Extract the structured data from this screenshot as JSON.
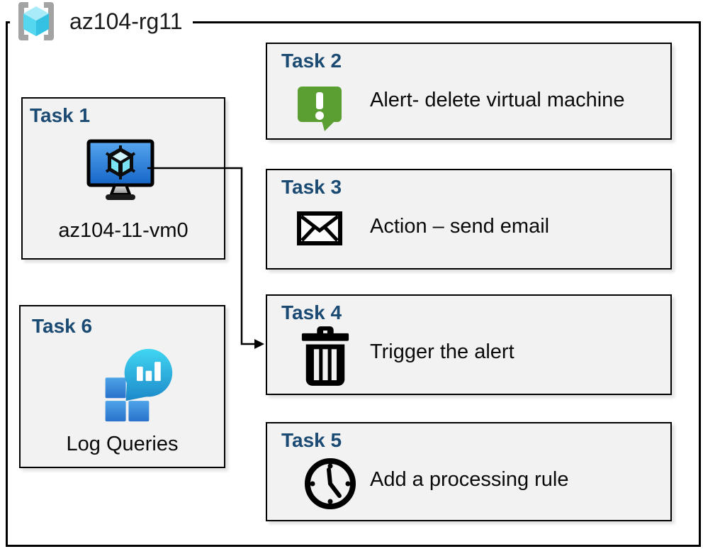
{
  "resource_group": {
    "name": "az104-rg11",
    "icon": "resource-group-icon"
  },
  "tasks": [
    {
      "id": "task1",
      "title": "Task 1",
      "label": "az104-11-vm0",
      "icon": "virtual-machine-icon"
    },
    {
      "id": "task2",
      "title": "Task 2",
      "label": "Alert- delete virtual machine",
      "icon": "alert-message-icon"
    },
    {
      "id": "task3",
      "title": "Task 3",
      "label": "Action – send email",
      "icon": "email-envelope-icon"
    },
    {
      "id": "task4",
      "title": "Task 4",
      "label": "Trigger the alert",
      "icon": "trash-delete-icon"
    },
    {
      "id": "task5",
      "title": "Task 5",
      "label": "Add a processing rule",
      "icon": "clock-icon"
    },
    {
      "id": "task6",
      "title": "Task 6",
      "label": "Log Queries",
      "icon": "log-analytics-icon"
    }
  ],
  "connector": {
    "from": "task1",
    "to": "task4",
    "style": "elbow-arrow"
  },
  "colors": {
    "task_title": "#1b4a73",
    "box_background": "#f2f2f2",
    "box_border": "#000000",
    "frame_border": "#000000",
    "alert_green": "#7cba3d",
    "vm_screen_blue": "#2e7fd6",
    "log_cyan": "#2bb3e0",
    "rg_cube_cyan": "#55d8ef",
    "bracket_gray": "#a3a3a3"
  }
}
